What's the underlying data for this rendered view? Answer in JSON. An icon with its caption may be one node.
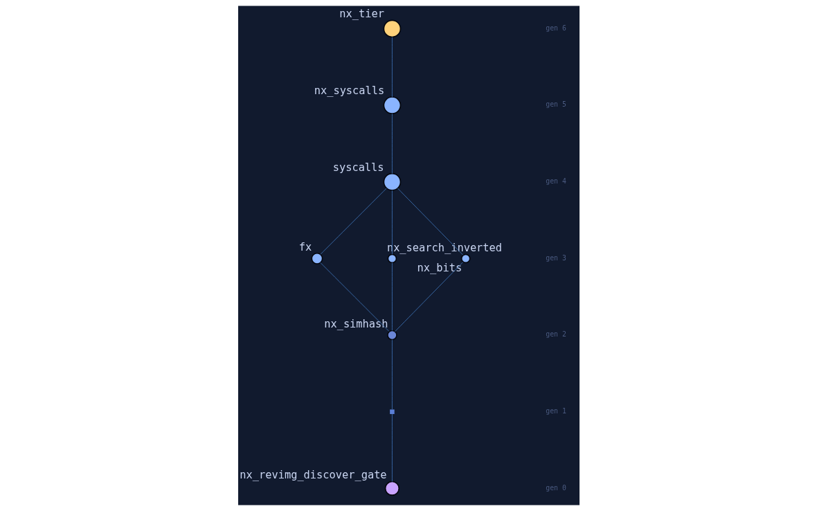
{
  "diagram": {
    "nodes": [
      {
        "text": [
          "nx_tier"
        ]
      },
      {
        "text": [
          "nx_syscalls"
        ]
      },
      {
        "text": [
          "syscalls"
        ]
      },
      {
        "text": [
          "fx"
        ]
      },
      {
        "text": [
          "nx_search_inverted"
        ]
      },
      {
        "text": [
          "nx_bits"
        ]
      },
      {
        "text": [
          "nx_simhash"
        ]
      },
      {
        "text": [],
        "shape": "box"
      },
      {
        "text": [
          "nx_revimg_discover_gate"
        ]
      }
    ],
    "edges": [
      {
        "from": 0,
        "to": 1,
        "arrow": "none"
      },
      {
        "from": 1,
        "to": 2,
        "arrow": "none"
      },
      {
        "from": 2,
        "to": 3,
        "arrow": "none"
      },
      {
        "from": 2,
        "to": 4,
        "arrow": "none"
      },
      {
        "from": 2,
        "to": 5,
        "arrow": "none"
      },
      {
        "from": 3,
        "to": 6,
        "arrow": "none"
      },
      {
        "from": 4,
        "to": 6,
        "arrow": "none"
      },
      {
        "from": 5,
        "to": 6,
        "arrow": "none"
      },
      {
        "from": 6,
        "to": 7,
        "arrow": "none"
      },
      {
        "from": 7,
        "to": 8,
        "arrow": "none"
      }
    ],
    "labels": [
      "gen 6",
      "gen 5",
      "gen 4",
      "gen 3",
      "gen 2",
      "gen 1",
      "gen 0"
    ]
  }
}
